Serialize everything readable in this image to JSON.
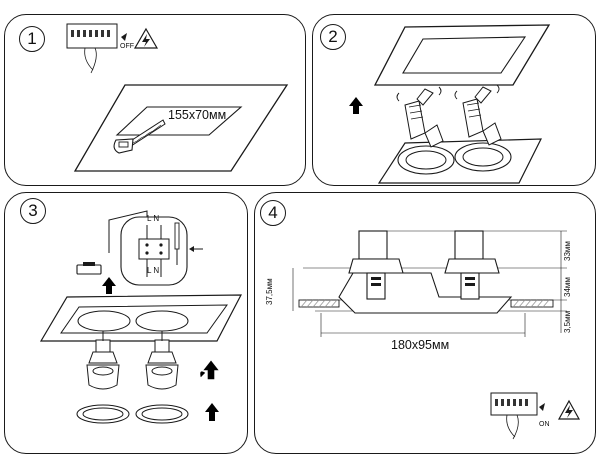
{
  "steps": [
    {
      "number": "1",
      "cutout": "155x70мм",
      "switch_state": "OFF"
    },
    {
      "number": "2"
    },
    {
      "number": "3",
      "terminal_top": "L N",
      "terminal_bottom": "L N"
    },
    {
      "number": "4",
      "overall": "180x95мм",
      "height_total": "37,5мм",
      "height_top": "33мм",
      "height_body": "34мм",
      "height_flange": "3,5мм",
      "switch_state": "ON"
    }
  ],
  "colors": {
    "line": "#1a1a1a",
    "accent": "#000000",
    "hatch": "#9a9a9a"
  },
  "icons": [
    "hand-saw-icon",
    "circuit-breaker-icon",
    "high-voltage-warning-icon",
    "arrow-up-icon",
    "rotate-arrow-icon",
    "screwdriver-icon",
    "terminal-block-icon"
  ]
}
